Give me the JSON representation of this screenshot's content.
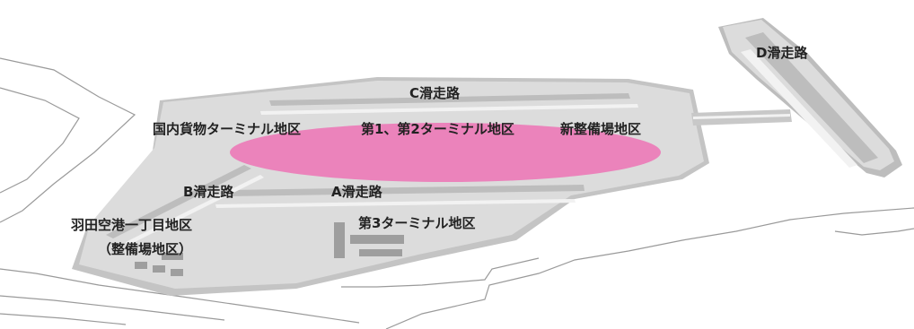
{
  "map": {
    "colors": {
      "background": "#ffffff",
      "land": "#dcdcdc",
      "land_shadow": "#c4c4c4",
      "runway": "#bdbdbd",
      "taxiway": "#f2f2f2",
      "coastline": "#9a9a9a",
      "highlight": "#ee6fb3",
      "label_text": "#222222"
    },
    "highlight_area": "terminal-1-2-zone",
    "labels": {
      "c_runway": "C滑走路",
      "d_runway": "D滑走路",
      "cargo_terminal": "国内貨物ターミナル地区",
      "terminal_1_2": "第1、第2ターミナル地区",
      "new_development": "新整備場地区",
      "b_runway": "B滑走路",
      "a_runway": "A滑走路",
      "terminal_3": "第3ターミナル地区",
      "haneda_district_line1": "羽田空港一丁目地区",
      "haneda_district_line2": "（整備場地区）"
    }
  }
}
